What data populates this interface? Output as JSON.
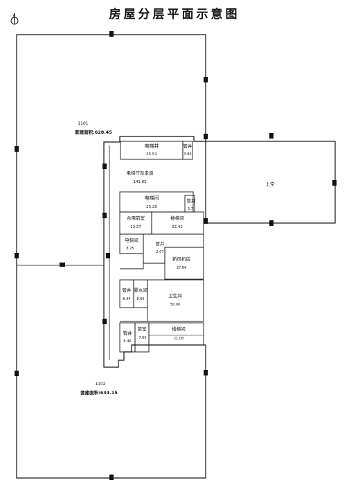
{
  "title": "房屋分层平面示意图",
  "compass_icon": "north-arrow-icon",
  "units": {
    "u1101": {
      "id": "1101",
      "area_label": "套建面积:628.45"
    },
    "u1102": {
      "id": "1102",
      "area_label": "套建面积:634.15"
    }
  },
  "rooms": {
    "elevator_shaft": {
      "name": "电梯井",
      "area": "25.51"
    },
    "pipe_top": {
      "name": "管井",
      "area": "3.90"
    },
    "hall": {
      "name": "电梯厅及走道",
      "area": "141.85"
    },
    "elevator_room": {
      "name": "电梯间",
      "area": "25.20"
    },
    "pipe_top2": {
      "name": "管井",
      "area": "5.7"
    },
    "shared_front": {
      "name": "合用前室",
      "area": "13.57"
    },
    "stair_top": {
      "name": "楼梯间",
      "area": "22.42"
    },
    "elevator_room2": {
      "name": "电梯间",
      "area": "8.25"
    },
    "pipe_mid": {
      "name": "管井",
      "area": "2.07"
    },
    "fresh_air": {
      "name": "新风机房",
      "area": "27.84"
    },
    "pipe_left": {
      "name": "管井",
      "area": "8.44"
    },
    "water_room": {
      "name": "雾水间",
      "area": "8.66"
    },
    "toilet": {
      "name": "卫生间",
      "area": "50.00"
    },
    "pipe_low": {
      "name": "管井",
      "area": "8.46"
    },
    "front_room": {
      "name": "前室",
      "area": "7.65"
    },
    "stair_low": {
      "name": "楼梯间",
      "area": "21.08"
    }
  },
  "void_label": "上空"
}
